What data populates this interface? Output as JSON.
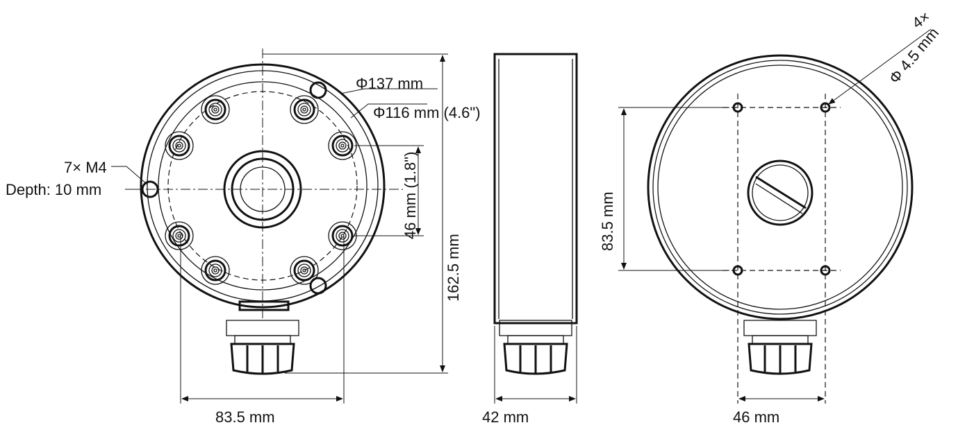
{
  "front_view": {
    "dia_outer": "Φ137 mm",
    "dia_mount": "Φ116 mm (4.6\")",
    "screws": "7× M4",
    "depth": "Depth: 10 mm",
    "hole_vertical": "46 mm (1.8\")",
    "height": "162.5 mm",
    "width": "83.5 mm"
  },
  "side_view": {
    "depth": "42 mm"
  },
  "back_view": {
    "hole_count": "4×",
    "hole_dia": "Φ 4.5 mm",
    "vertical": "83.5 mm",
    "horizontal": "46 mm"
  }
}
